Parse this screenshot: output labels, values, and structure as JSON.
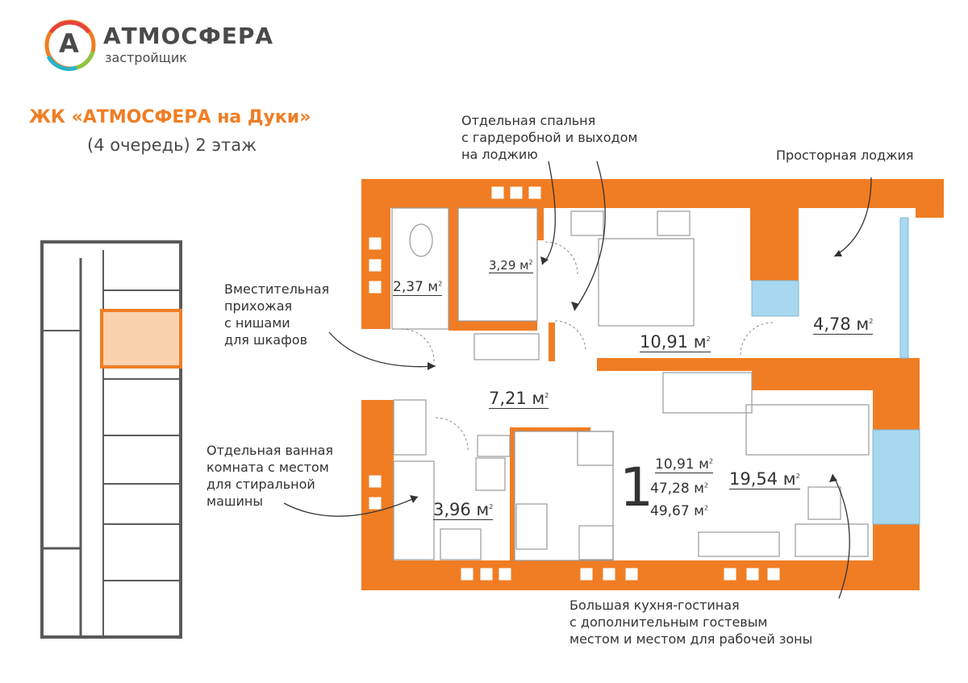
{
  "brand": {
    "name": "АТМОСФЕРА",
    "tagline": "застройщик",
    "logo_letter": "А"
  },
  "heading": {
    "title": "ЖК «АТМОСФЕРА на Дуки»",
    "subtitle": "(4 очередь) 2 этаж"
  },
  "annotations": {
    "bedroom": [
      "Отдельная спальня",
      "с гардеробной и выходом",
      "на лоджию"
    ],
    "loggia": [
      "Просторная лоджия"
    ],
    "hallway": [
      "Вместительная",
      "прихожая",
      "с нишами",
      "для шкафов"
    ],
    "bathroom": [
      "Отдельная ванная",
      "комната с местом",
      "для стиральной",
      "машины"
    ],
    "kitchen": [
      "Большая кухня-гостиная",
      "с дополнительным гостевым",
      "местом и местом для рабочей зоны"
    ]
  },
  "rooms": {
    "wc": "2,37 м",
    "wardrobe": "3,29 м",
    "bedroom": "10,91 м",
    "loggia": "4,78 м",
    "hall": "7,21 м",
    "bath": "3,96 м",
    "kitchen": "19,54 м",
    "sup": "2"
  },
  "summary": {
    "rooms_count": "1",
    "living": "10,91 м",
    "total": "47,28 м",
    "with_loggia": "49,67 м",
    "sup": "2"
  },
  "colors": {
    "orange": "#f07d23",
    "wall_gray": "#5a5a5a",
    "glass": "#a8d8ef"
  }
}
